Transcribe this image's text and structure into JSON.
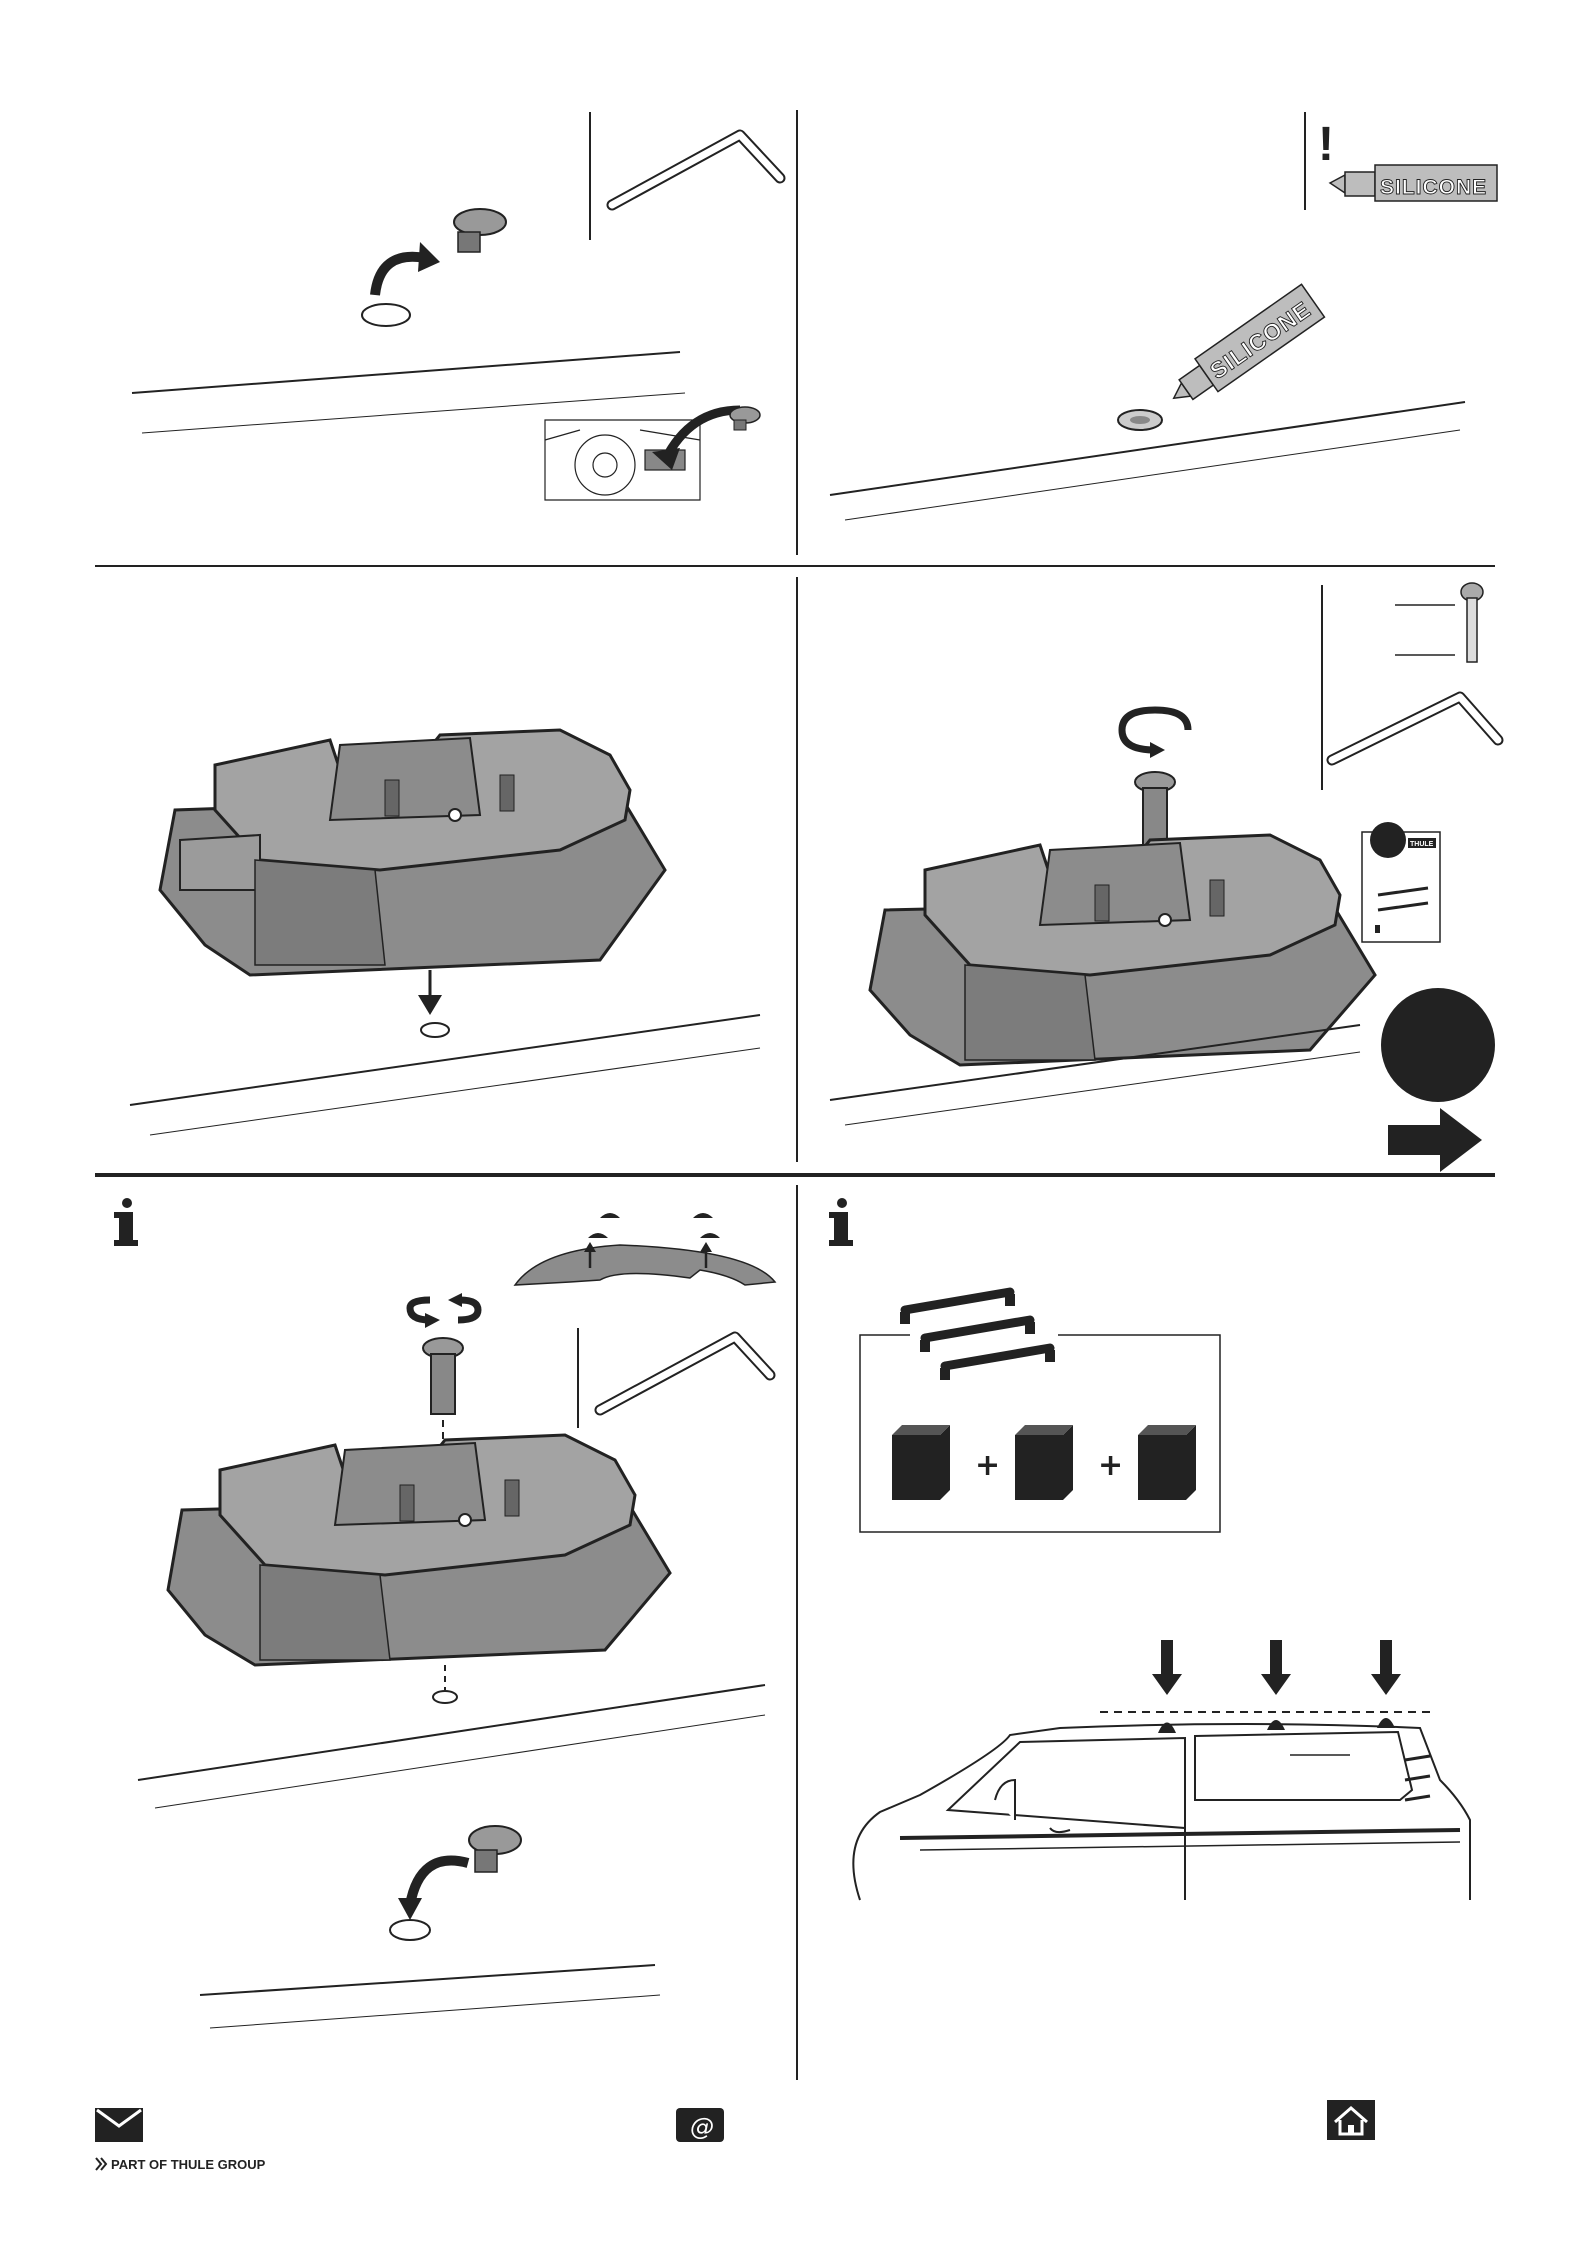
{
  "tube": {
    "label": "SILICONE"
  },
  "warning": {
    "mark": "!"
  },
  "info": {
    "mark": "i"
  },
  "plus": "+",
  "mini_card": {
    "brand": "THULE"
  },
  "footer": {
    "group_text": "PART OF THULE GROUP"
  },
  "icons": {
    "mail": "envelope-icon",
    "email": "at-icon",
    "web": "house-icon",
    "brand": "thule-chevron-icon"
  },
  "colors": {
    "ink": "#222222",
    "fill_grey": "#8c8c8c",
    "tube_grey": "#bdbdbd"
  }
}
